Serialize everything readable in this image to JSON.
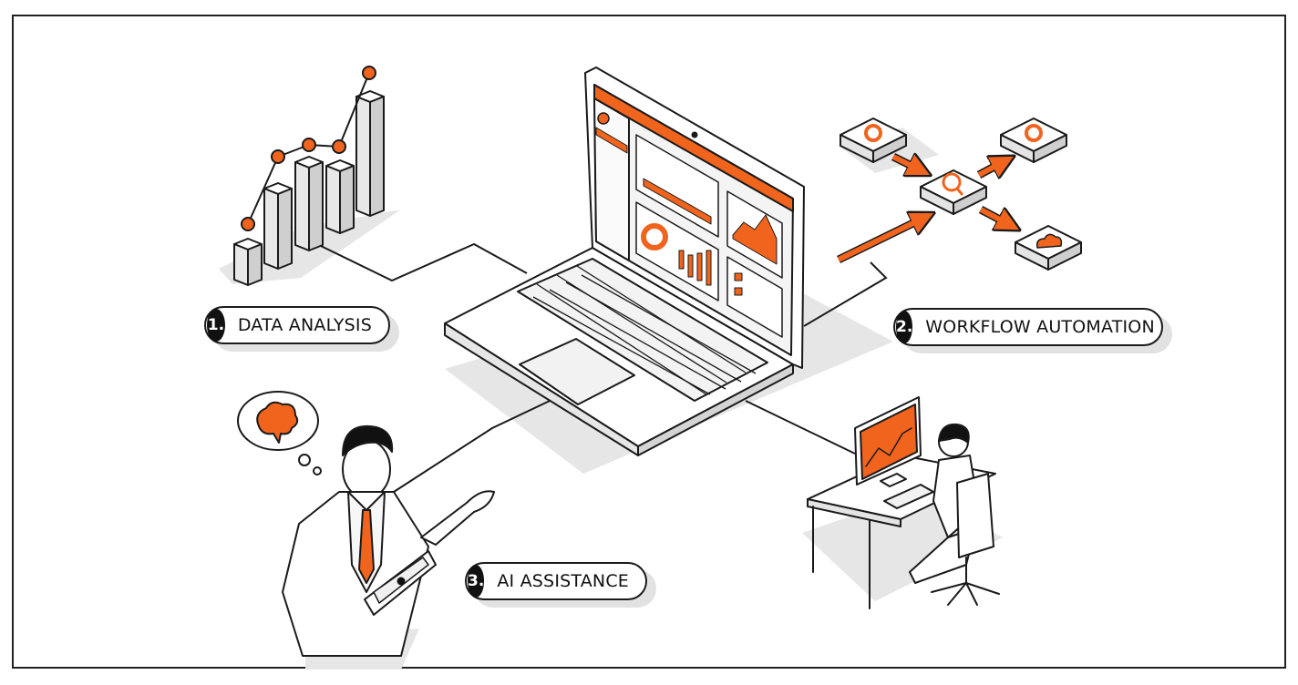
{
  "labels": [
    {
      "number": "1.",
      "text": "DATA ANALYSIS"
    },
    {
      "number": "2.",
      "text": "WORKFLOW AUTOMATION"
    },
    {
      "number": "3.",
      "text": "AI ASSISTANCE"
    }
  ],
  "colors": {
    "accent": "#f0641e",
    "outline": "#1a1a1a",
    "shadow": "#e4e4e4",
    "panel": "#f2f2f2"
  },
  "icons": [
    "bar-chart-icon",
    "gear-icon",
    "search-icon",
    "cloud-icon",
    "brain-icon",
    "laptop-icon"
  ]
}
